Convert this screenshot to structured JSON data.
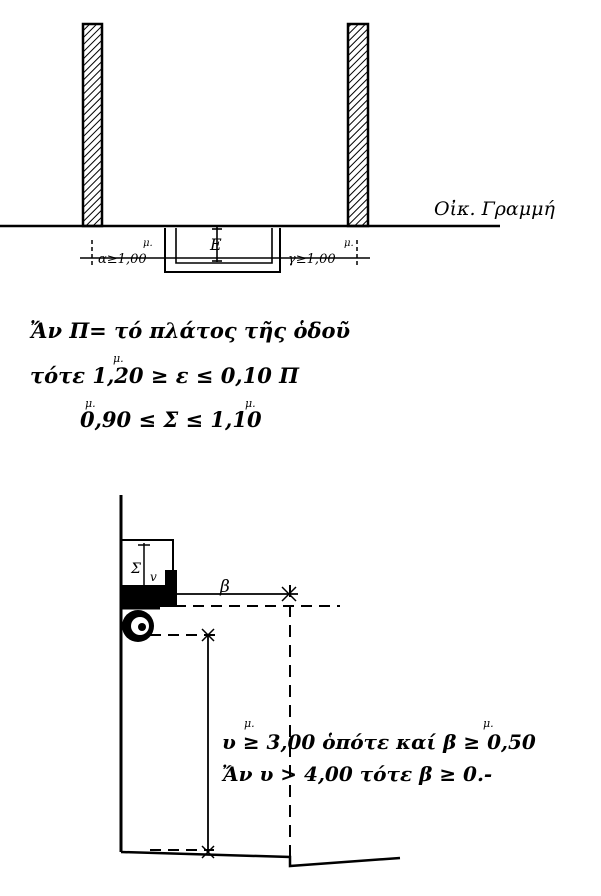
{
  "top_plan": {
    "building_line_label": "Οἰκ. Γραμμή",
    "epsilon_label": "Ε",
    "left_offset_label": "α≥1,00",
    "right_offset_label": "γ≥1,00",
    "metre_mark": "μ."
  },
  "rules": {
    "line1": "Ἄν Π= τό πλάτος τῆς ὁδοῦ",
    "line2": "τότε 1,20 ≥ ε ≤ 0,10 Π",
    "line3": "0,90 ≤ Σ ≤ 1,10",
    "metre_mark": "μ."
  },
  "section": {
    "sigma_label": "Σ",
    "v_label": "v",
    "b_label": "β",
    "cond1": "υ ≥ 3,00 ὁπότε καί β ≥ 0,50",
    "cond2": "Ἄν υ > 4,00 τότε β ≥ 0.-",
    "metre_mark": "μ."
  }
}
